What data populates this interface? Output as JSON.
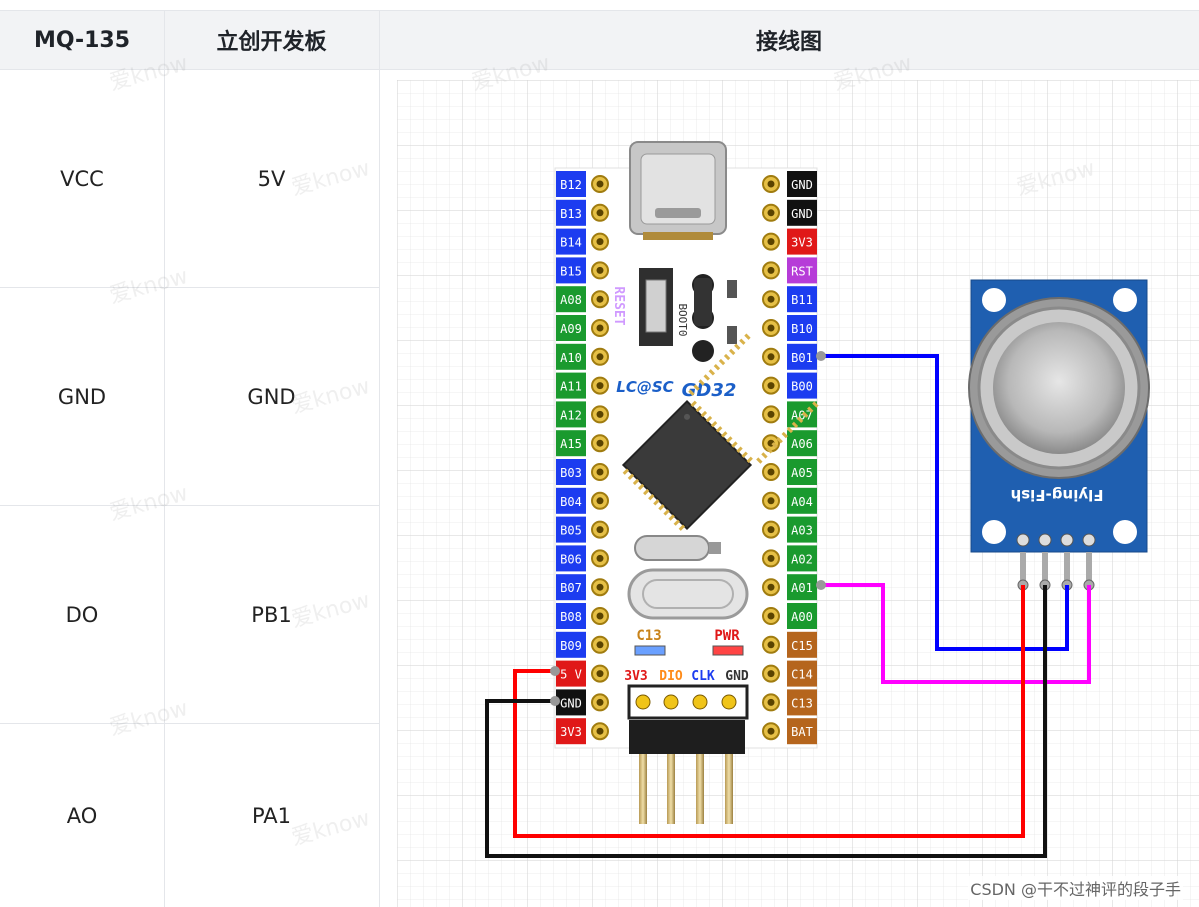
{
  "table": {
    "headers": [
      "MQ-135",
      "立创开发板",
      "接线图"
    ],
    "rows": [
      {
        "sensor": "VCC",
        "board": "5V"
      },
      {
        "sensor": "GND",
        "board": "GND"
      },
      {
        "sensor": "DO",
        "board": "PB1"
      },
      {
        "sensor": "AO",
        "board": "PA1"
      }
    ]
  },
  "board": {
    "left_pins": [
      "B12",
      "B13",
      "B14",
      "B15",
      "A08",
      "A09",
      "A10",
      "A11",
      "A12",
      "A15",
      "B03",
      "B04",
      "B05",
      "B06",
      "B07",
      "B08",
      "B09",
      "5 V",
      "GND",
      "3V3"
    ],
    "right_pins": [
      "GND",
      "GND",
      "3V3",
      "RST",
      "B11",
      "B10",
      "B01",
      "B00",
      "A07",
      "A06",
      "A05",
      "A04",
      "A03",
      "A02",
      "A01",
      "A00",
      "C15",
      "C14",
      "C13",
      "BAT"
    ],
    "reset_label": "RESET",
    "boot_label": "BOOT0",
    "logo_lc": "LC@SC",
    "logo_gd": "GD32",
    "led_c13": "C13",
    "led_pwr": "PWR",
    "swd_labels": [
      "3V3",
      "DIO",
      "CLK",
      "GND"
    ]
  },
  "sensor": {
    "brand": "Flying-Fish"
  },
  "watermark": "爱know",
  "footer": "CSDN @干不过神评的段子手",
  "colors": {
    "wire_blue": "#0000ff",
    "wire_magenta": "#ff00ff",
    "wire_red": "#ff0000",
    "wire_black": "#111111",
    "pin_blue": "#1c3cf0",
    "pin_green": "#1a9a2e",
    "pin_red": "#e01818",
    "pin_black": "#111111",
    "pin_purple": "#b63cd8",
    "pin_brown": "#b5651d",
    "sensor_pcb": "#1f5fb0"
  }
}
